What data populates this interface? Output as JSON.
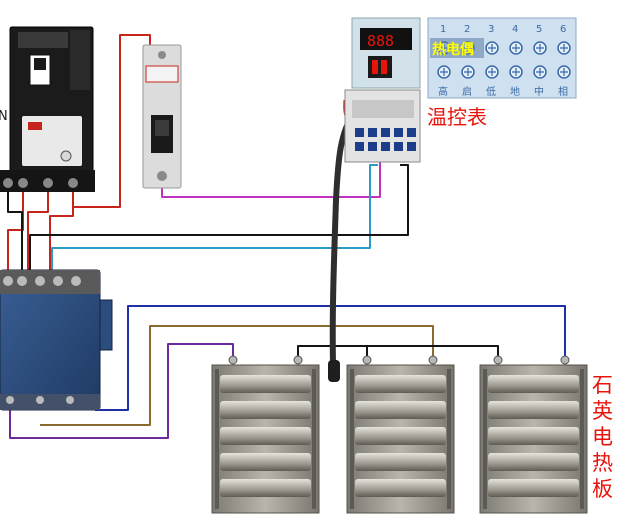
{
  "labels": {
    "n_terminal": "N",
    "controller": "温控表",
    "thermocouple": "热电偶",
    "heater_vertical": [
      "石",
      "英",
      "电",
      "热",
      "板"
    ]
  },
  "terminal_board": {
    "top_numbers": [
      "1",
      "2",
      "3",
      "4",
      "5",
      "6"
    ],
    "bottom_labels": [
      "高",
      "启",
      "低",
      "地",
      "中",
      "相"
    ]
  },
  "display": {
    "digits": "888"
  },
  "colors": {
    "wire_red": "#c8241e",
    "wire_black": "#141414",
    "wire_cyan": "#2a9bc9",
    "wire_magenta": "#c230c2",
    "wire_blue": "#1e2fa8",
    "wire_brown": "#8a6a2e",
    "wire_purple": "#6d2a9a",
    "label_red": "#e8140c",
    "contactor_blue": "#2b4c7e",
    "board_blue": "#cfe0f0"
  },
  "icons": [
    "circuit-breaker-icon",
    "single-pole-breaker-icon",
    "contactor-icon",
    "temperature-controller-icon",
    "thermocouple-probe-icon",
    "quartz-heater-plate-icon"
  ]
}
